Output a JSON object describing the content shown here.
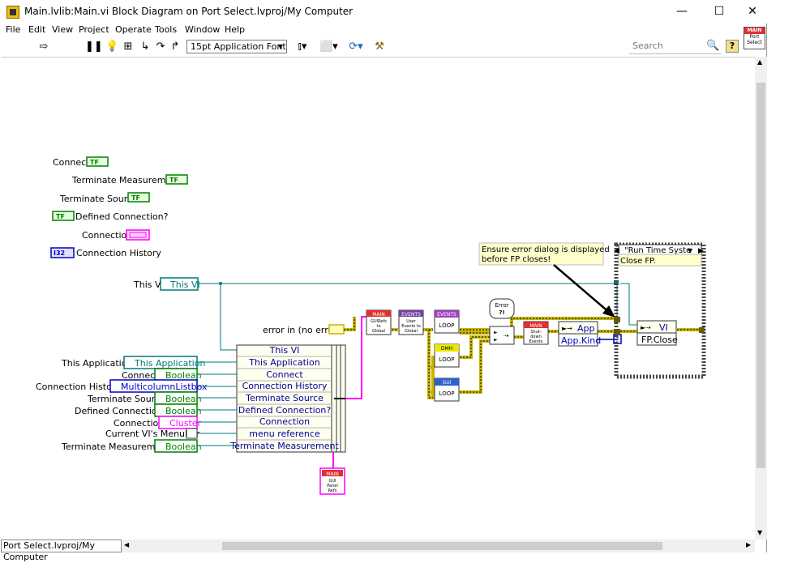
{
  "window": {
    "title": "Main.lvlib:Main.vi Block Diagram on Port Select.lvproj/My Computer",
    "minimize": "—",
    "maximize": "☐",
    "close": "✕"
  },
  "menu": [
    "File",
    "Edit",
    "View",
    "Project",
    "Operate",
    "Tools",
    "Window",
    "Help"
  ],
  "toolbar": {
    "font": "15pt Application Font",
    "search_placeholder": "Search",
    "help": "?"
  },
  "vi_icon": {
    "top": "MAIN",
    "line1": "Port",
    "line2": "Select"
  },
  "status": "Port Select.lvproj/My Computer",
  "left_controls": {
    "connect": "Connect",
    "terminate_measurement": "Terminate Measurement",
    "terminate_source": "Terminate Source",
    "defined_connection": "Defined Connection?",
    "connection": "Connection",
    "connection_history": "Connection History",
    "tf": "TF",
    "i32": "I32"
  },
  "this_vi": {
    "label": "This VI",
    "ref": "This VI"
  },
  "error_in": "error in (no error)",
  "bundle": {
    "left_labels": [
      "This Application",
      "Connect",
      "Connection History",
      "Terminate Source",
      "Defined Connection?",
      "Connection",
      "Current VI's Menubar",
      "Terminate Measurement"
    ],
    "refs": [
      "This Application",
      "Boolean",
      "MulticolumnListbox",
      "Boolean",
      "Boolean",
      "Cluster",
      "",
      "Boolean"
    ],
    "fields": [
      "This VI",
      "This Application",
      "Connect",
      "Connection History",
      "Terminate Source",
      "Defined Connection?",
      "Connection",
      "menu reference",
      "Terminate Measurement"
    ]
  },
  "subvis": {
    "gui_global": {
      "top": "MAIN",
      "l1": "GUIRefs",
      "l2": "to",
      "l3": "Global"
    },
    "user_events": {
      "top": "EVENTS",
      "l1": "User",
      "l2": "Events to",
      "l3": "Global"
    },
    "events_loop": {
      "top": "EVENTS",
      "body": "LOOP"
    },
    "dmh_loop": {
      "top": "DMH",
      "body": "LOOP"
    },
    "gui_loop": {
      "top": "GUI",
      "body": "LOOP"
    },
    "gui_panel": {
      "top": "MAIN",
      "l1": "GUI",
      "l2": "Panel",
      "l3": "Refs"
    },
    "error_icon": {
      "l1": "Error",
      "l2": "?!"
    },
    "shutdown": {
      "top": "MAIN",
      "l1": "Shut-",
      "l2": "down",
      "l3": "Events"
    }
  },
  "app_node": {
    "prop": "App",
    "kind": "App.Kind",
    "q": "?"
  },
  "comment": {
    "line1": "Ensure error dialog is displayed",
    "line2": "before FP closes!"
  },
  "case": {
    "selector": "\"Run Time Syste",
    "subdiagram": "Close FP.",
    "vi_prop": "VI",
    "fp_close": "FP.Close"
  },
  "colors": {
    "bool_green": "#008000",
    "ref_teal": "#007a78",
    "cluster_pink": "#ff00ff",
    "error_yellow": "#c8b400",
    "int_blue": "#0000c0"
  }
}
